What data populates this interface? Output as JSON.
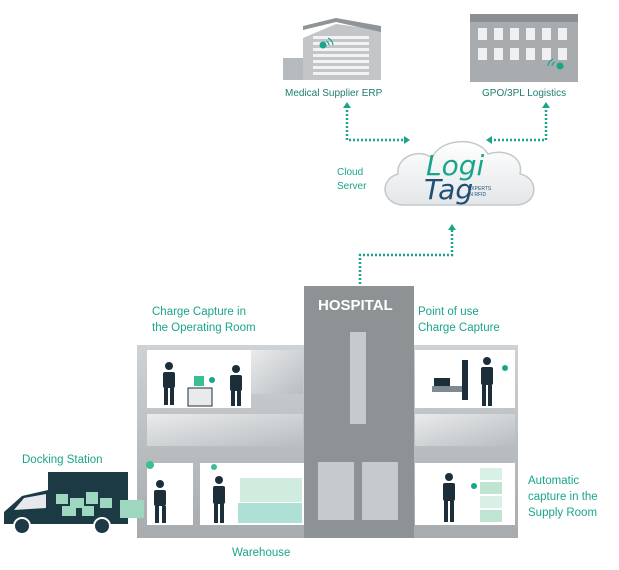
{
  "nodes": {
    "medical_supplier": "Medical Supplier ERP",
    "gpo_3pl": "GPO/3PL Logistics",
    "cloud_server": "Cloud\nServer",
    "hospital": "HOSPITAL",
    "charge_capture_or": "Charge Capture in\nthe Operating Room",
    "point_of_use": "Point of use\nCharge Capture",
    "docking_station": "Docking Station",
    "automatic_capture": "Automatic\ncapture in the\nSupply Room",
    "warehouse": "Warehouse"
  },
  "logo": {
    "line1": "Logi",
    "line2": "Tag",
    "tagline": "EXPERTS\nIN RFID"
  },
  "colors": {
    "accent": "#1aa58a",
    "building": "#9fa3a6",
    "building_dark": "#7d8285",
    "figure": "#1b2e3a"
  }
}
